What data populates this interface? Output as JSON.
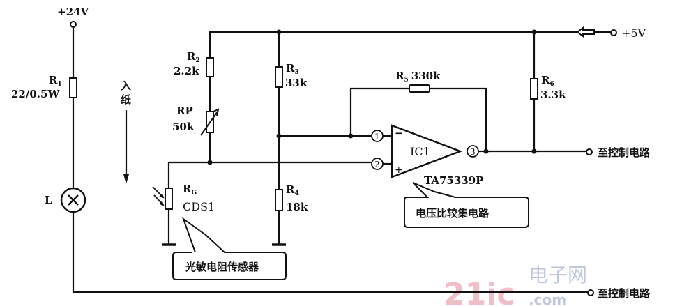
{
  "supply": {
    "v24": "+24V",
    "v5": "+5V"
  },
  "components": {
    "r1": {
      "name": "R",
      "sub": "1",
      "value": "22/0.5W"
    },
    "r2": {
      "name": "R",
      "sub": "2",
      "value": "2.2k"
    },
    "rp": {
      "name": "RP",
      "value": "50k"
    },
    "rg": {
      "name": "R",
      "sub": "G",
      "value": "CDS1"
    },
    "r3": {
      "name": "R",
      "sub": "3",
      "value": "33k"
    },
    "r4": {
      "name": "R",
      "sub": "4",
      "value": "18k"
    },
    "r5": {
      "name": "R",
      "sub": "5",
      "value": "330k"
    },
    "r6": {
      "name": "R",
      "sub": "6",
      "value": "3.3k"
    },
    "lamp": {
      "name": "L"
    },
    "ic": {
      "name": "IC1",
      "part": "TA75339P",
      "pin1": "1",
      "pin2": "2",
      "pin3": "3",
      "minus": "−",
      "plus": "+"
    }
  },
  "labels": {
    "paper_in_1": "入",
    "paper_in_2": "纸",
    "to_control_1": "至控制电路",
    "to_control_2": "至控制电路",
    "callout_comparator": "电压比较集电路",
    "callout_sensor": "光敏电阻传感器"
  },
  "watermark": {
    "text1": "21ic",
    "text2": "电子网",
    "text3": ".com"
  }
}
